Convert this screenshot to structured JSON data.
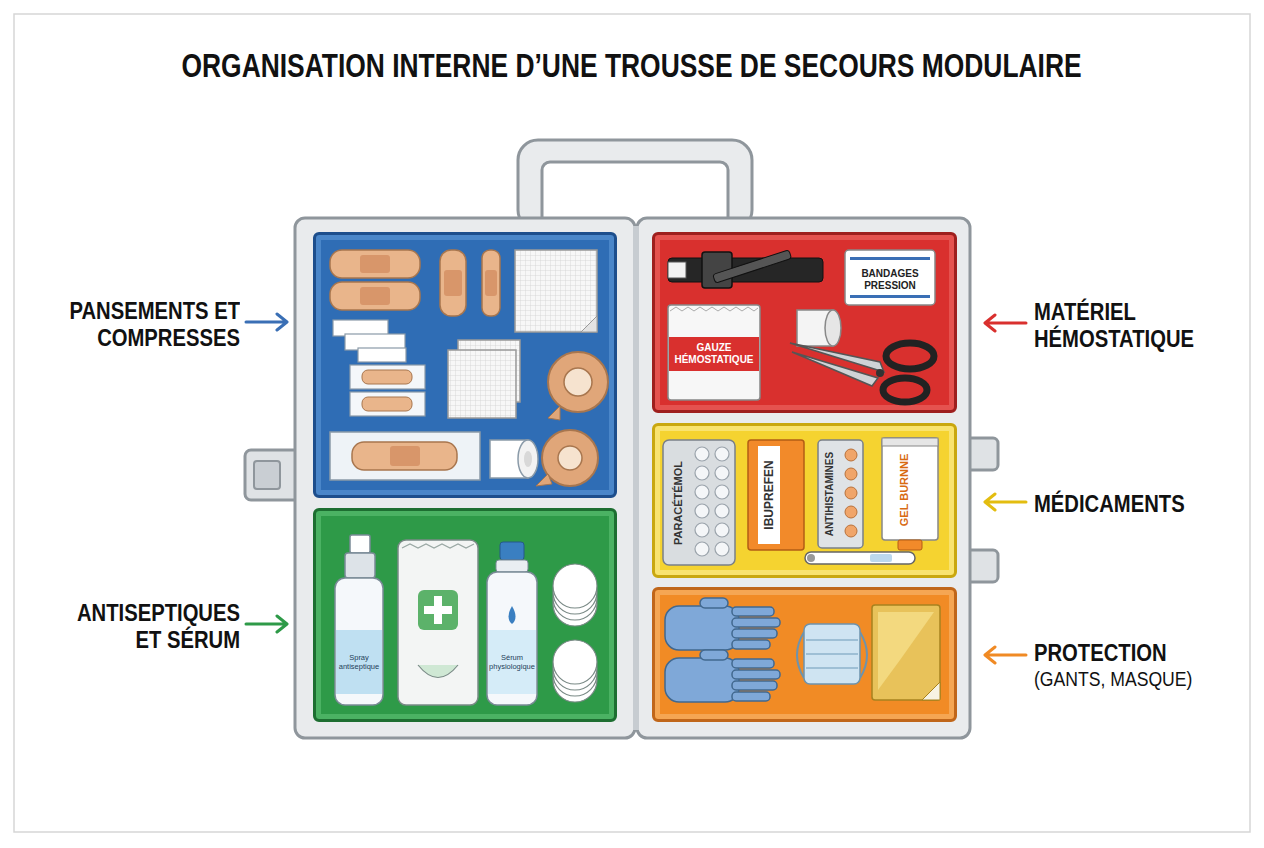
{
  "diagram": {
    "title": "ORGANISATION INTERNE D’UNE TROUSSE DE SECOURS MODULAIRE",
    "nodes": [
      {
        "text": [
          "PANSEMENTS ET COMPRESSES"
        ]
      },
      {
        "text": [
          "MATÉRIEL HÉMOSTATIQUE"
        ]
      },
      {
        "text": [
          "MÉDICAMENTS"
        ]
      },
      {
        "text": [
          "ANTISEPTIQUES ET SÉRUM"
        ]
      },
      {
        "text": [
          "PROTECTION",
          "(GANTS, MASQUE)"
        ]
      }
    ],
    "labels": [
      "BANDAGES PRESSION",
      "GAUZE HÉMOSTATIQUE",
      "PARACÉTÉMOL",
      "IBUPREFEN",
      "ANTIHISTAMINES",
      "GEL BURNNE",
      "Spray antiseptique",
      "Sérum physiologique"
    ]
  }
}
